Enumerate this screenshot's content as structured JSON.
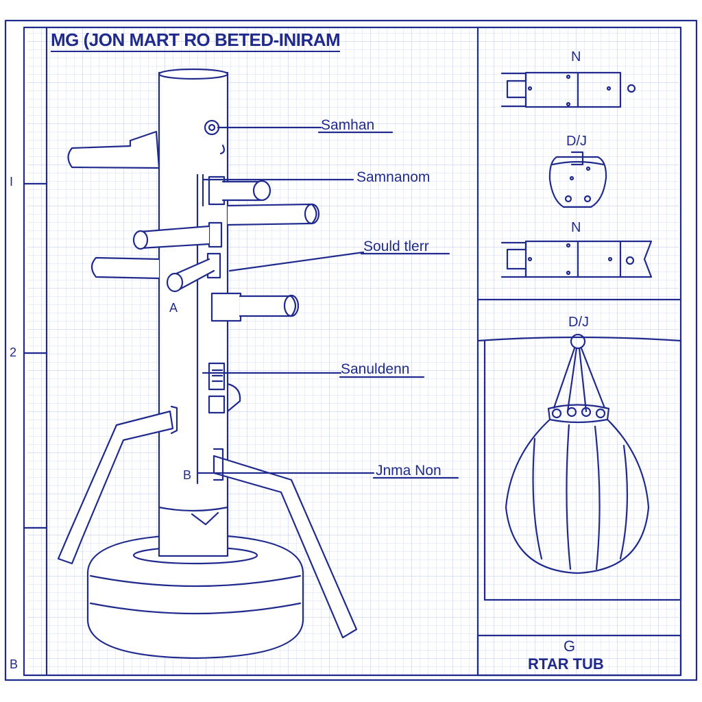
{
  "sheet": {
    "title": "MG (JON MART RO BETED-INIRAM",
    "callouts": [
      "Samhan",
      "Samnanom",
      "Sould tlerr",
      "Sanuldenn",
      "Jnma Non"
    ],
    "part_letters": {
      "a": "A",
      "b": "B"
    },
    "ruler_marks": [
      "I",
      "2",
      "B"
    ],
    "views": {
      "top": "N",
      "middle_upper": "D/J",
      "middle_lower": "N",
      "bottom": "D/J"
    },
    "title_block": {
      "code": "G",
      "name": "RTAR TUB"
    }
  },
  "colors": {
    "ink": "#1f2a8c",
    "grid_minor": "#d4dcf2",
    "grid_major": "#b9c5ea",
    "paper": "#ffffff"
  }
}
